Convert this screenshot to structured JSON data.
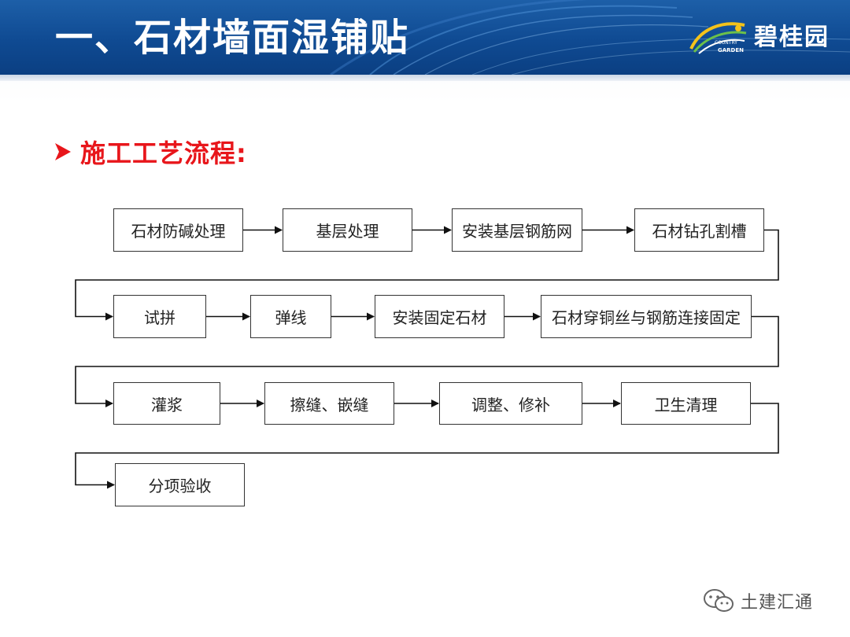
{
  "page": {
    "title": "一、石材墙面湿铺贴",
    "logo_name": "碧桂园",
    "logo_subtitle": "COUNTRY",
    "logo_subtitle2": "GARDEN"
  },
  "section": {
    "heading": "施工工艺流程:",
    "bullet_icon": "chevron-right-icon"
  },
  "flow": {
    "steps": [
      {
        "id": "s1",
        "label": "石材防碱处理"
      },
      {
        "id": "s2",
        "label": "基层处理"
      },
      {
        "id": "s3",
        "label": "安装基层钢筋网"
      },
      {
        "id": "s4",
        "label": "石材钻孔割槽"
      },
      {
        "id": "s5",
        "label": "试拼"
      },
      {
        "id": "s6",
        "label": "弹线"
      },
      {
        "id": "s7",
        "label": "安装固定石材"
      },
      {
        "id": "s8",
        "label": "石材穿铜丝与钢筋连接固定"
      },
      {
        "id": "s9",
        "label": "灌浆"
      },
      {
        "id": "s10",
        "label": "擦缝、嵌缝"
      },
      {
        "id": "s11",
        "label": "调整、修补"
      },
      {
        "id": "s12",
        "label": "卫生清理"
      },
      {
        "id": "s13",
        "label": "分项验收"
      }
    ]
  },
  "watermark": {
    "text": "土建汇通",
    "icon": "wechat-icon"
  },
  "colors": {
    "header_blue": "#0f4a92",
    "heading_red": "#e8161b",
    "box_border": "#333333",
    "arrow": "#111111"
  }
}
